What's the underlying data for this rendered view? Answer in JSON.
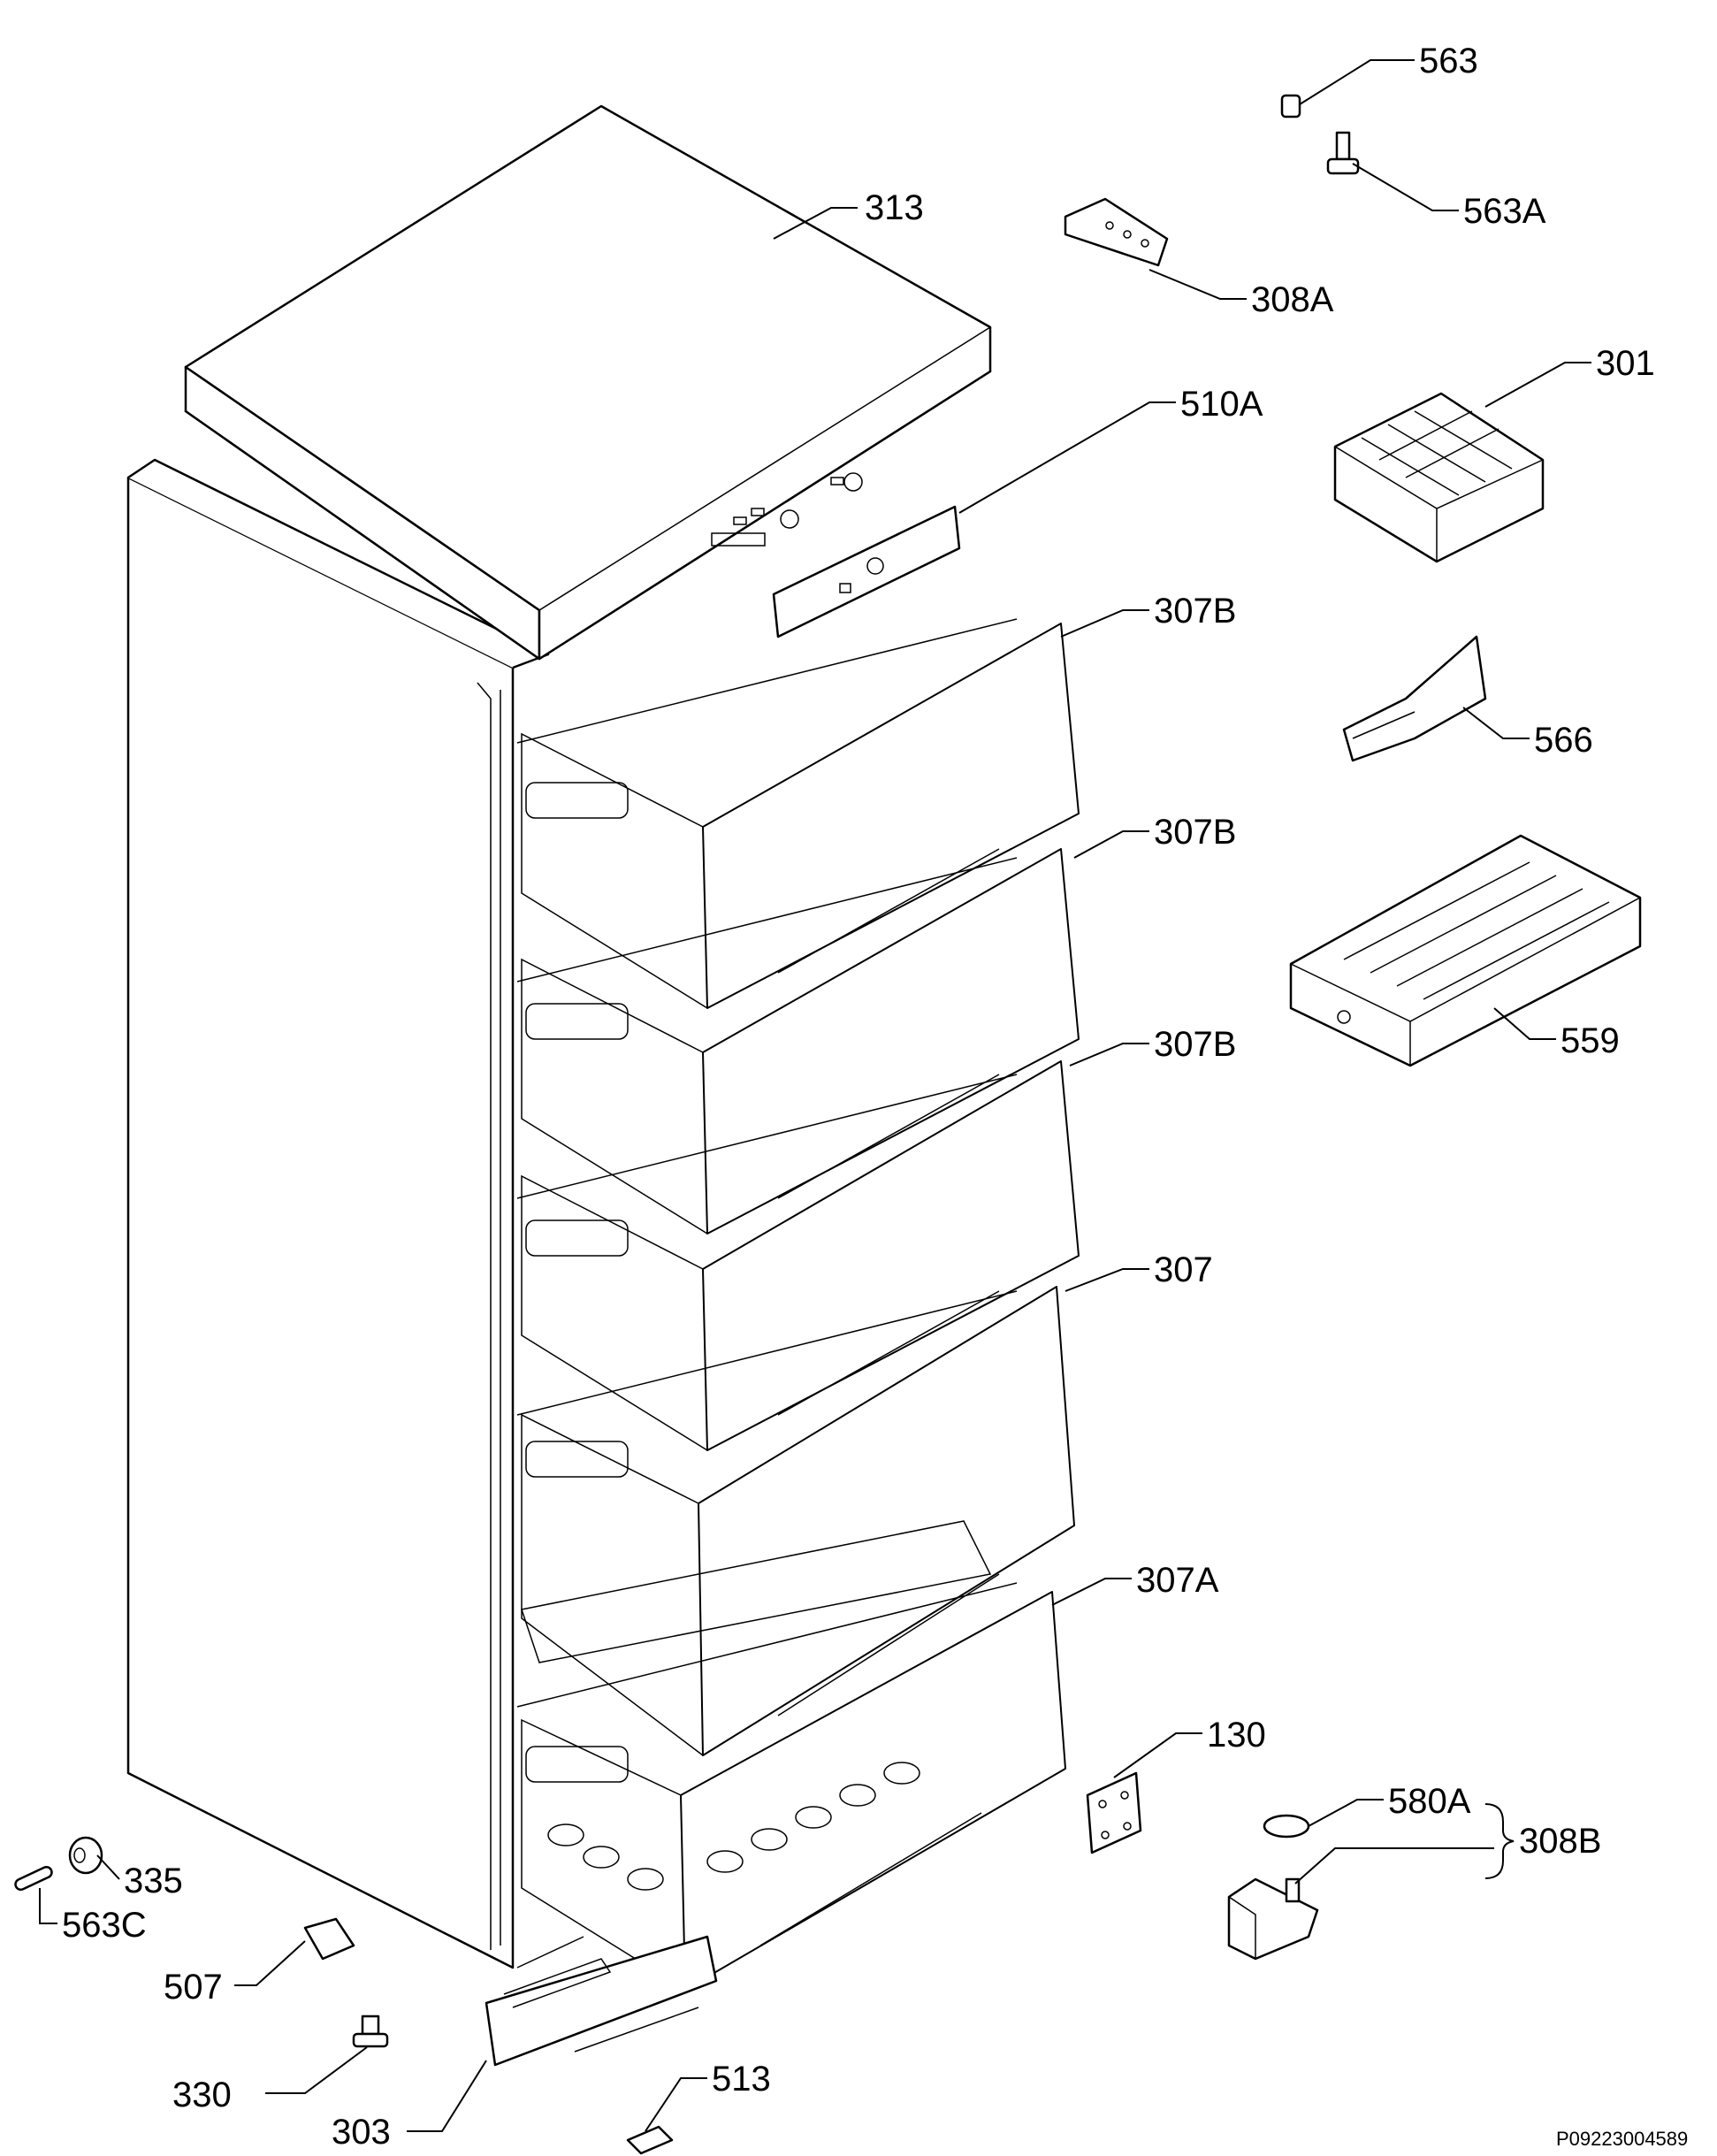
{
  "diagram": {
    "reference_code": "P09223004589",
    "callouts": [
      {
        "id": "563",
        "text": "563"
      },
      {
        "id": "563A",
        "text": "563A"
      },
      {
        "id": "313",
        "text": "313"
      },
      {
        "id": "308A",
        "text": "308A"
      },
      {
        "id": "301",
        "text": "301"
      },
      {
        "id": "510A",
        "text": "510A"
      },
      {
        "id": "307B-1",
        "text": "307B"
      },
      {
        "id": "566",
        "text": "566"
      },
      {
        "id": "307B-2",
        "text": "307B"
      },
      {
        "id": "559",
        "text": "559"
      },
      {
        "id": "307B-3",
        "text": "307B"
      },
      {
        "id": "307",
        "text": "307"
      },
      {
        "id": "307A",
        "text": "307A"
      },
      {
        "id": "130",
        "text": "130"
      },
      {
        "id": "580A",
        "text": "580A"
      },
      {
        "id": "308B",
        "text": "308B"
      },
      {
        "id": "335",
        "text": "335"
      },
      {
        "id": "563C",
        "text": "563C"
      },
      {
        "id": "507",
        "text": "507"
      },
      {
        "id": "330",
        "text": "330"
      },
      {
        "id": "513",
        "text": "513"
      },
      {
        "id": "303",
        "text": "303"
      }
    ]
  }
}
